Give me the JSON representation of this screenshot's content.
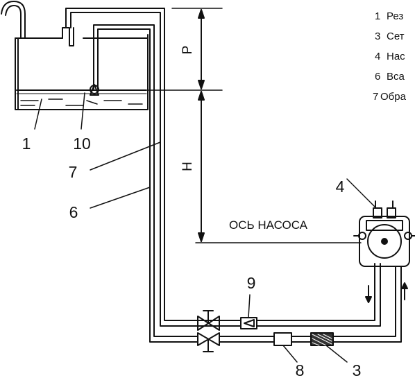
{
  "legend": [
    {
      "num": "1",
      "text": "Рез"
    },
    {
      "num": "3",
      "text": "Сет"
    },
    {
      "num": "4",
      "text": "Нас"
    },
    {
      "num": "6",
      "text": "Вса"
    },
    {
      "num": "7",
      "text": "Обра"
    }
  ],
  "labels": {
    "n1": "1",
    "n10": "10",
    "n7": "7",
    "n6": "6",
    "n4": "4",
    "n9": "9",
    "n8": "8",
    "n3": "3",
    "dim_p": "Р",
    "dim_h": "Н",
    "pump_axis": "ОСЬ НАСОСА"
  },
  "colors": {
    "line": "#111111",
    "background": "#ffffff"
  }
}
